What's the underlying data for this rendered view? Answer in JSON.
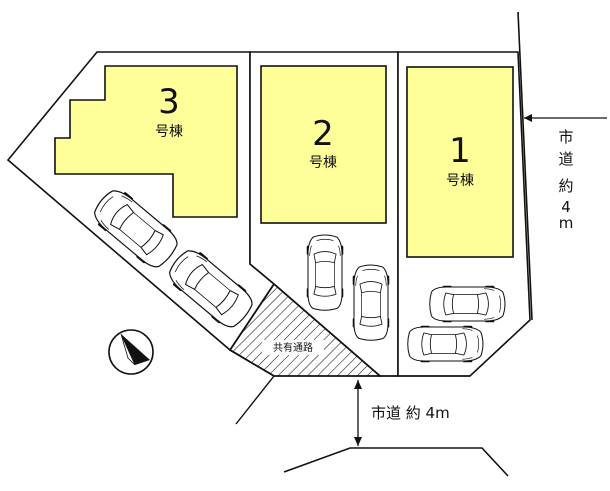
{
  "buildings": [
    {
      "number": "1",
      "label": "号棟"
    },
    {
      "number": "2",
      "label": "号棟"
    },
    {
      "number": "3",
      "label": "号棟"
    }
  ],
  "roads": {
    "east": {
      "label": "市道 約 4m"
    },
    "south": {
      "label": "市道 約 4m"
    }
  },
  "shared_passage": {
    "label": "共有通路"
  },
  "compass": {
    "icon": "north-arrow-icon"
  },
  "colors": {
    "building_fill": "#ffff99",
    "line": "#111111"
  }
}
